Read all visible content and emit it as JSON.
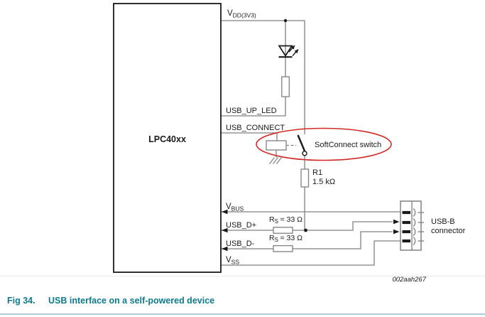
{
  "figure": {
    "chip_label": "LPC40xx",
    "pins": {
      "vdd": {
        "prefix": "V",
        "sub": "DD(3V3)"
      },
      "usb_up_led": "USB_UP_LED",
      "usb_connect": "USB_CONNECT",
      "vbus": {
        "prefix": "V",
        "sub": "BUS"
      },
      "usb_dplus": "USB_D+",
      "usb_dminus": "USB_D-",
      "vss": {
        "prefix": "V",
        "sub": "SS"
      }
    },
    "components": {
      "softconnect_label": "SoftConnect switch",
      "r1_name": "R1",
      "r1_value": "1.5 kΩ",
      "rs": {
        "prefix": "R",
        "sub": "S",
        "value": "= 33 Ω"
      },
      "connector_line1": "USB-B",
      "connector_line2": "connector"
    },
    "drawing_id": "002aah267",
    "colors": {
      "wire_gray": "#808080",
      "highlight_red": "#cf2b24",
      "caption_teal": "#0e7b8c"
    }
  },
  "caption": {
    "fig_label": "Fig 34.",
    "title": "USB interface on a self-powered device"
  }
}
